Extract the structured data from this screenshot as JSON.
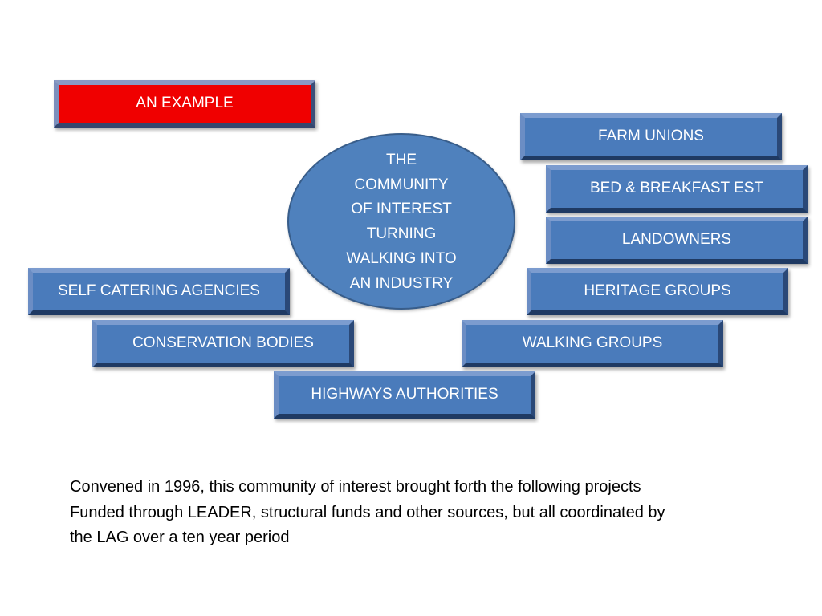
{
  "example_label": "AN EXAMPLE",
  "center_node": {
    "lines": [
      "THE",
      "COMMUNITY",
      "OF INTEREST",
      "TURNING",
      "WALKING INTO",
      "AN INDUSTRY"
    ]
  },
  "nodes": {
    "farm_unions": "FARM UNIONS",
    "bed_breakfast": "BED & BREAKFAST EST",
    "landowners": "LANDOWNERS",
    "heritage_groups": "HERITAGE GROUPS",
    "self_catering": "SELF CATERING AGENCIES",
    "conservation_bodies": "CONSERVATION BODIES",
    "walking_groups": "WALKING GROUPS",
    "highways_authorities": "HIGHWAYS AUTHORITIES"
  },
  "caption": {
    "lines": [
      "Convened in 1996, this community of interest brought forth the following projects",
      "Funded through LEADER, structural funds and other sources, but all coordinated by",
      "the LAG over a ten year period"
    ]
  },
  "colors": {
    "box_fill": "#4a7bbb",
    "example_fill": "#f00000",
    "ellipse_fill": "#4f81bd",
    "text_on_box": "#ffffff"
  }
}
